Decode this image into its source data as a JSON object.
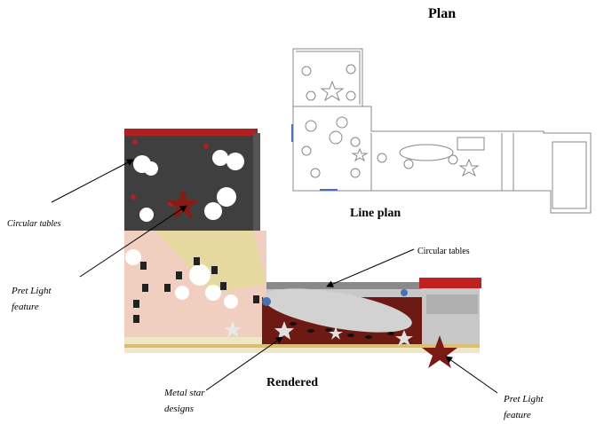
{
  "titles": {
    "plan": "Plan",
    "line_plan": "Line plan",
    "rendered": "Rendered"
  },
  "labels": {
    "circular_tables_left": "Circular tables",
    "pret_light_left_line1": "Pret Light",
    "pret_light_left_line2": "feature",
    "circular_tables_right": "Circular tables",
    "metal_star_line1": "Metal star",
    "metal_star_line2": "designs",
    "pret_light_right_line1": "Pret Light",
    "pret_light_right_line2": "feature"
  }
}
